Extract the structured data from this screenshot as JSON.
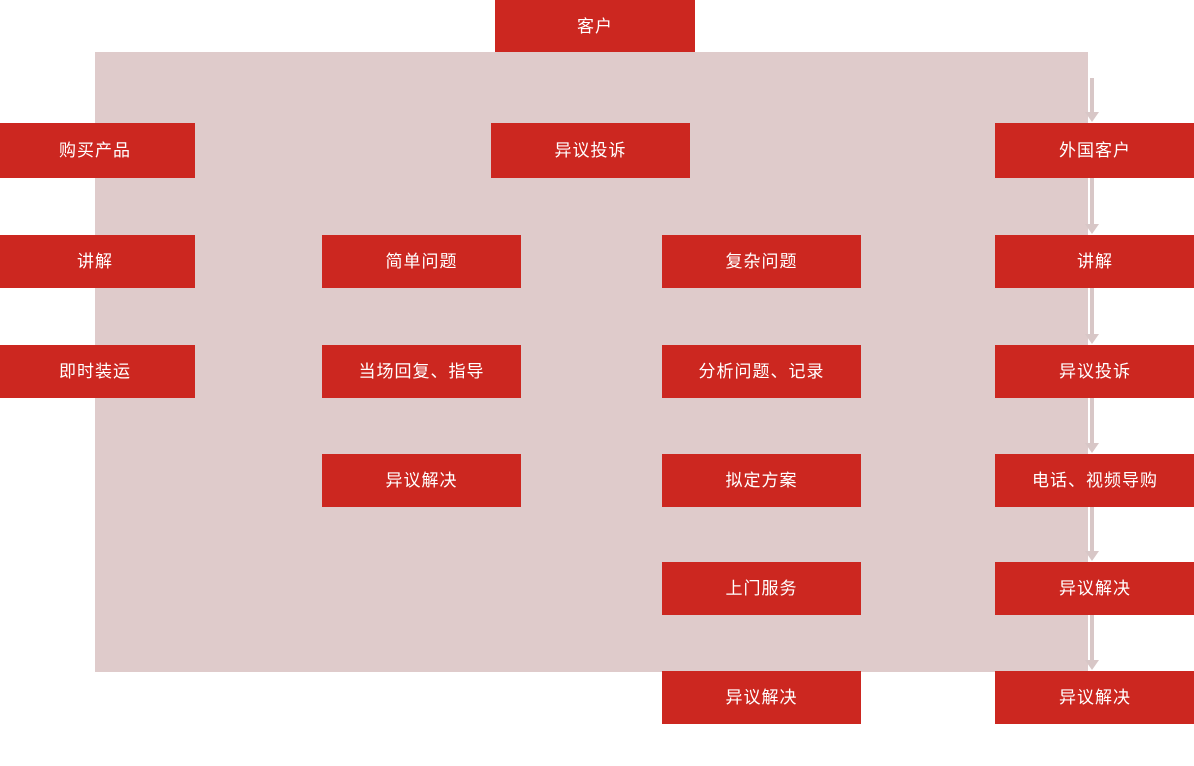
{
  "diagram": {
    "title_node": {
      "label": "客户"
    },
    "band_color": "#dfcbcb",
    "node_color": "#cc2720",
    "arrow_color": "#d8c7c7",
    "columns": [
      {
        "name": "purchase-flow",
        "nodes": [
          {
            "label": "购买产品"
          },
          {
            "label": "讲解"
          },
          {
            "label": "即时装运"
          }
        ]
      },
      {
        "name": "simple-issue-flow",
        "nodes": [
          {
            "label": "简单问题"
          },
          {
            "label": "当场回复、指导"
          },
          {
            "label": "异议解决"
          }
        ]
      },
      {
        "name": "complaint-flow",
        "nodes": [
          {
            "label": "异议投诉"
          }
        ]
      },
      {
        "name": "complex-issue-flow",
        "nodes": [
          {
            "label": "复杂问题"
          },
          {
            "label": "分析问题、记录"
          },
          {
            "label": "拟定方案"
          },
          {
            "label": "上门服务"
          },
          {
            "label": "异议解决"
          }
        ]
      },
      {
        "name": "foreign-customer-flow",
        "nodes": [
          {
            "label": "外国客户"
          },
          {
            "label": "讲解"
          },
          {
            "label": "异议投诉"
          },
          {
            "label": "电话、视频导购"
          },
          {
            "label": "异议解决"
          },
          {
            "label": "异议解决"
          }
        ]
      }
    ]
  }
}
